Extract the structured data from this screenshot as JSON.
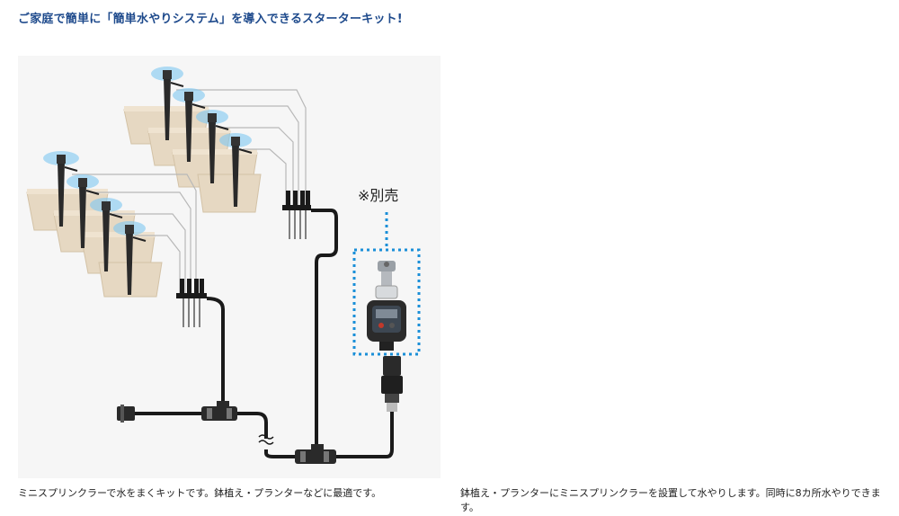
{
  "headline": "ご家庭で簡単に「簡単水やりシステム」を導入できるスターターキット!",
  "separate_sale_note": "※別売",
  "caption_left": "ミニスプリンクラーで水をまくキットです。鉢植え・プランターなどに最適です。",
  "caption_right": "鉢植え・プランターにミニスプリンクラーを設置して水やりします。同時に8カ所水やりできます。",
  "colors": {
    "headline": "#1e4a8c",
    "dotted_frame": "#1a8fd8",
    "water_spray": "#7ec8f2",
    "planter": "#e6d8c2",
    "tube": "#1a1a1a"
  }
}
